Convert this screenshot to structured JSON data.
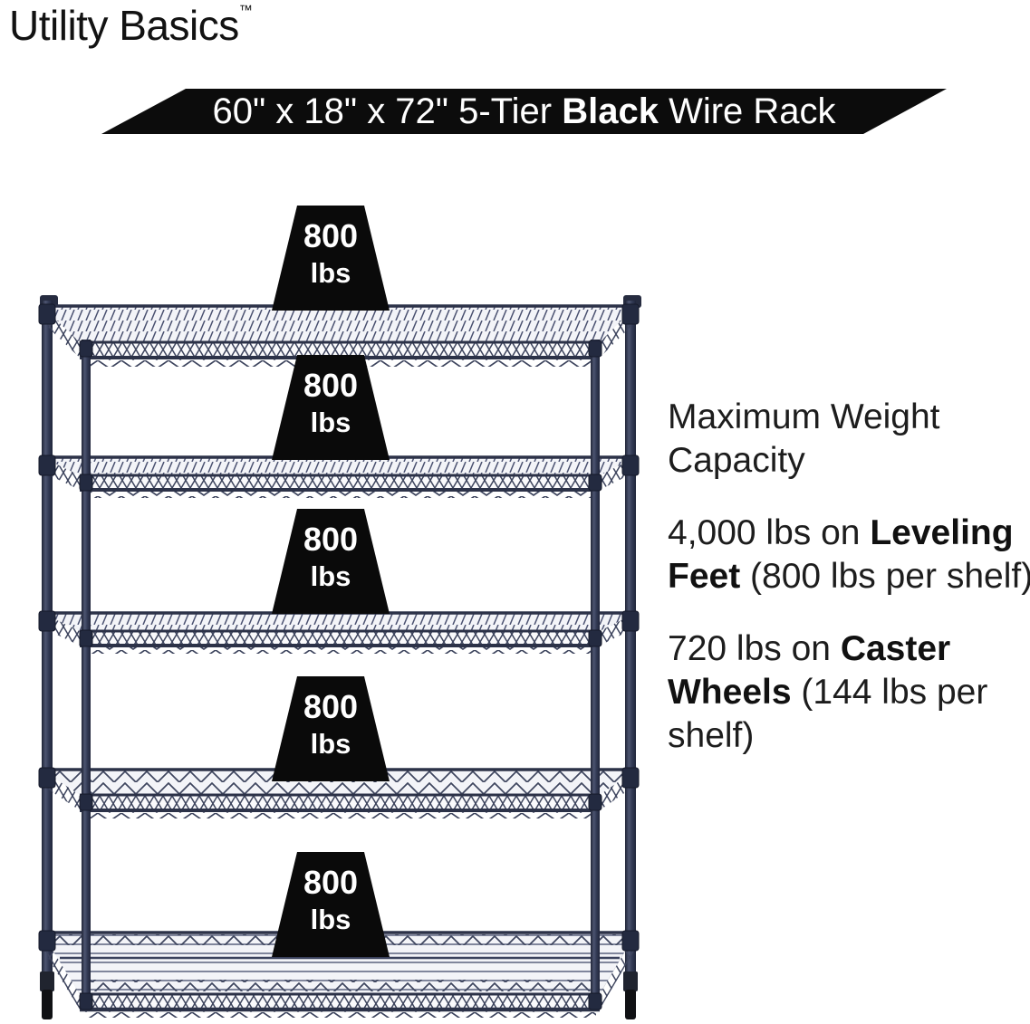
{
  "brand": {
    "name": "Utility Basics",
    "trademark": "™"
  },
  "banner": {
    "size_prefix": "60\" x 18\" x 72\" 5-Tier ",
    "highlight": "Black",
    "suffix": " Wire Rack",
    "bg_color": "#0c0c0c",
    "text_color": "#ffffff"
  },
  "rack": {
    "tiers": 5,
    "color_name": "Black",
    "frame_color": "#323a52",
    "shelf_capacity_label": "800 lbs"
  },
  "badges": [
    {
      "value": "800",
      "unit": "lbs"
    },
    {
      "value": "800",
      "unit": "lbs"
    },
    {
      "value": "800",
      "unit": "lbs"
    },
    {
      "value": "800",
      "unit": "lbs"
    },
    {
      "value": "800",
      "unit": "lbs"
    }
  ],
  "info": {
    "heading": "Maximum Weight Capacity",
    "leveling": {
      "pre": "4,000 lbs on ",
      "bold": "Leveling Feet",
      "post": " (800 lbs per shelf)"
    },
    "casters": {
      "pre": "720 lbs on ",
      "bold": "Caster Wheels",
      "post": " (144 lbs per shelf)"
    }
  }
}
